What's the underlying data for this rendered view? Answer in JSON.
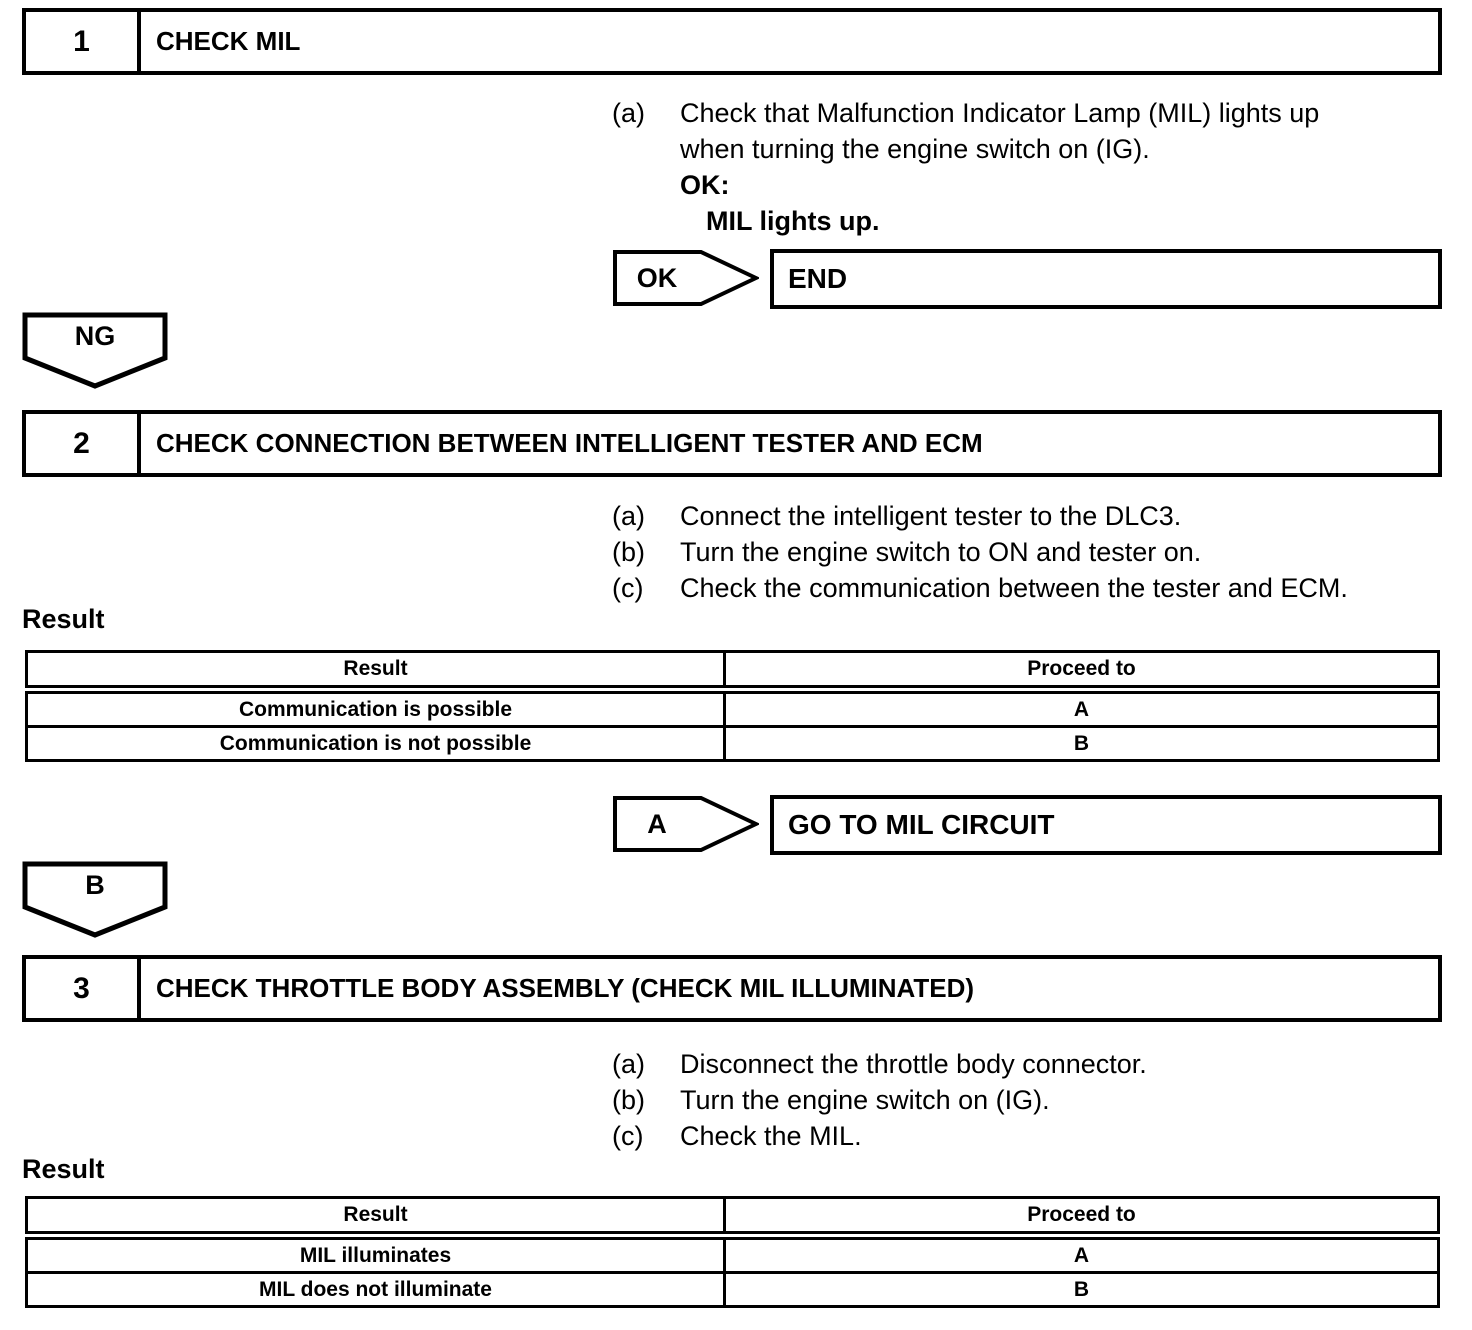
{
  "step1": {
    "number": "1",
    "title": "CHECK MIL",
    "substep_a_label": "(a)",
    "substep_a_line1": "Check that Malfunction Indicator Lamp (MIL) lights up",
    "substep_a_line2": "when turning the engine switch on (IG).",
    "ok_heading": "OK:",
    "ok_condition": "MIL lights up.",
    "connector_ok": "OK",
    "action_end": "END",
    "connector_ng": "NG"
  },
  "step2": {
    "number": "2",
    "title": "CHECK CONNECTION BETWEEN INTELLIGENT TESTER AND ECM",
    "substeps": [
      {
        "label": "(a)",
        "text": "Connect the intelligent tester to the DLC3."
      },
      {
        "label": "(b)",
        "text": "Turn the engine switch to ON and tester on."
      },
      {
        "label": "(c)",
        "text": "Check the communication between the tester and ECM."
      }
    ],
    "result_heading": "Result",
    "result_table": {
      "headers": [
        "Result",
        "Proceed to"
      ],
      "rows": [
        [
          "Communication is possible",
          "A"
        ],
        [
          "Communication is not possible",
          "B"
        ]
      ]
    },
    "connector_a": "A",
    "action_a": "GO TO MIL CIRCUIT",
    "connector_b": "B"
  },
  "step3": {
    "number": "3",
    "title": "CHECK THROTTLE BODY ASSEMBLY (CHECK MIL ILLUMINATED)",
    "substeps": [
      {
        "label": "(a)",
        "text": "Disconnect the throttle body connector."
      },
      {
        "label": "(b)",
        "text": "Turn the engine switch on (IG)."
      },
      {
        "label": "(c)",
        "text": "Check the MIL."
      }
    ],
    "result_heading": "Result",
    "result_table": {
      "headers": [
        "Result",
        "Proceed to"
      ],
      "rows": [
        [
          "MIL illuminates",
          "A"
        ],
        [
          "MIL does not illuminate",
          "B"
        ]
      ]
    }
  }
}
